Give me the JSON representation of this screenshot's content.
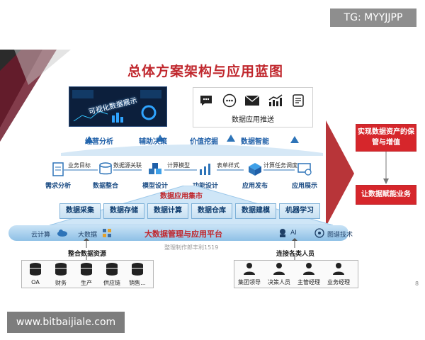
{
  "watermark_top": "TG: MYYJJPP",
  "watermark_bottom": "www.bitbaijiale.com",
  "title": "总体方案架构与应用蓝图",
  "screen_label": "可视化数据展示",
  "push_caption": "数据应用推送",
  "push_icons": [
    "chat-bubble-icon",
    "message-dots-icon",
    "envelope-icon",
    "chart-trend-icon",
    "document-icon"
  ],
  "up_labels": [
    "经营分析",
    "辅助决策",
    "价值挖掘",
    "数据智能"
  ],
  "flow_nodes": [
    "需求分析",
    "数据整合",
    "模型设计",
    "功能设计",
    "应用发布",
    "应用展示"
  ],
  "flow_edges": [
    "业务目标",
    "数据源关联",
    "计算模型",
    "表单样式",
    "计算任务调度"
  ],
  "cluster_label": "数据应用集市",
  "modules": [
    "数据采集",
    "数据存储",
    "数据计算",
    "数据仓库",
    "数据建模",
    "机器学习"
  ],
  "platform": {
    "title": "大数据管理与应用平台",
    "left_items": [
      "云计算",
      "大数据"
    ],
    "right_items": [
      "AI",
      "图谱技术"
    ]
  },
  "credit": "整理制作郎丰利1519",
  "left_group": {
    "title": "整合数据资源",
    "items": [
      "OA",
      "财务",
      "生产",
      "供应链",
      "销售..."
    ]
  },
  "right_group": {
    "title": "连接各类人员",
    "items": [
      "集团领导",
      "决策人员",
      "主管经理",
      "业务经理"
    ]
  },
  "outcomes": [
    "实现数据资产的保管与增值",
    "让数据赋能业务"
  ],
  "page_number": "8",
  "colors": {
    "accent_red": "#d6262b",
    "title_red": "#c0272d",
    "flow_blue": "#1f5fa8"
  }
}
